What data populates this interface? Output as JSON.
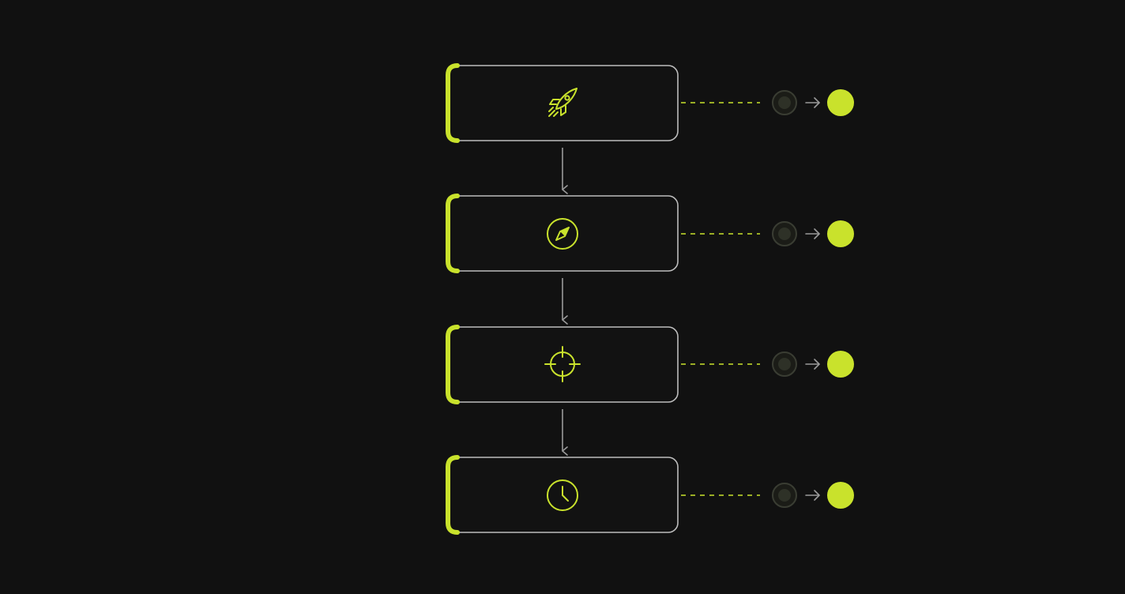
{
  "colors": {
    "background": "#111111",
    "accent": "#c9e22c",
    "card_border": "#bdbdbd",
    "arrow": "#9a9a9a",
    "inactive_dot_fill": "#2e3127",
    "inactive_dot_ring": "#3a3d33"
  },
  "steps": [
    {
      "icon": "rocket-icon",
      "status_from": "inactive",
      "status_to": "active"
    },
    {
      "icon": "compass-icon",
      "status_from": "inactive",
      "status_to": "active"
    },
    {
      "icon": "crosshair-target-icon",
      "status_from": "inactive",
      "status_to": "active"
    },
    {
      "icon": "clock-icon",
      "status_from": "inactive",
      "status_to": "active"
    }
  ]
}
